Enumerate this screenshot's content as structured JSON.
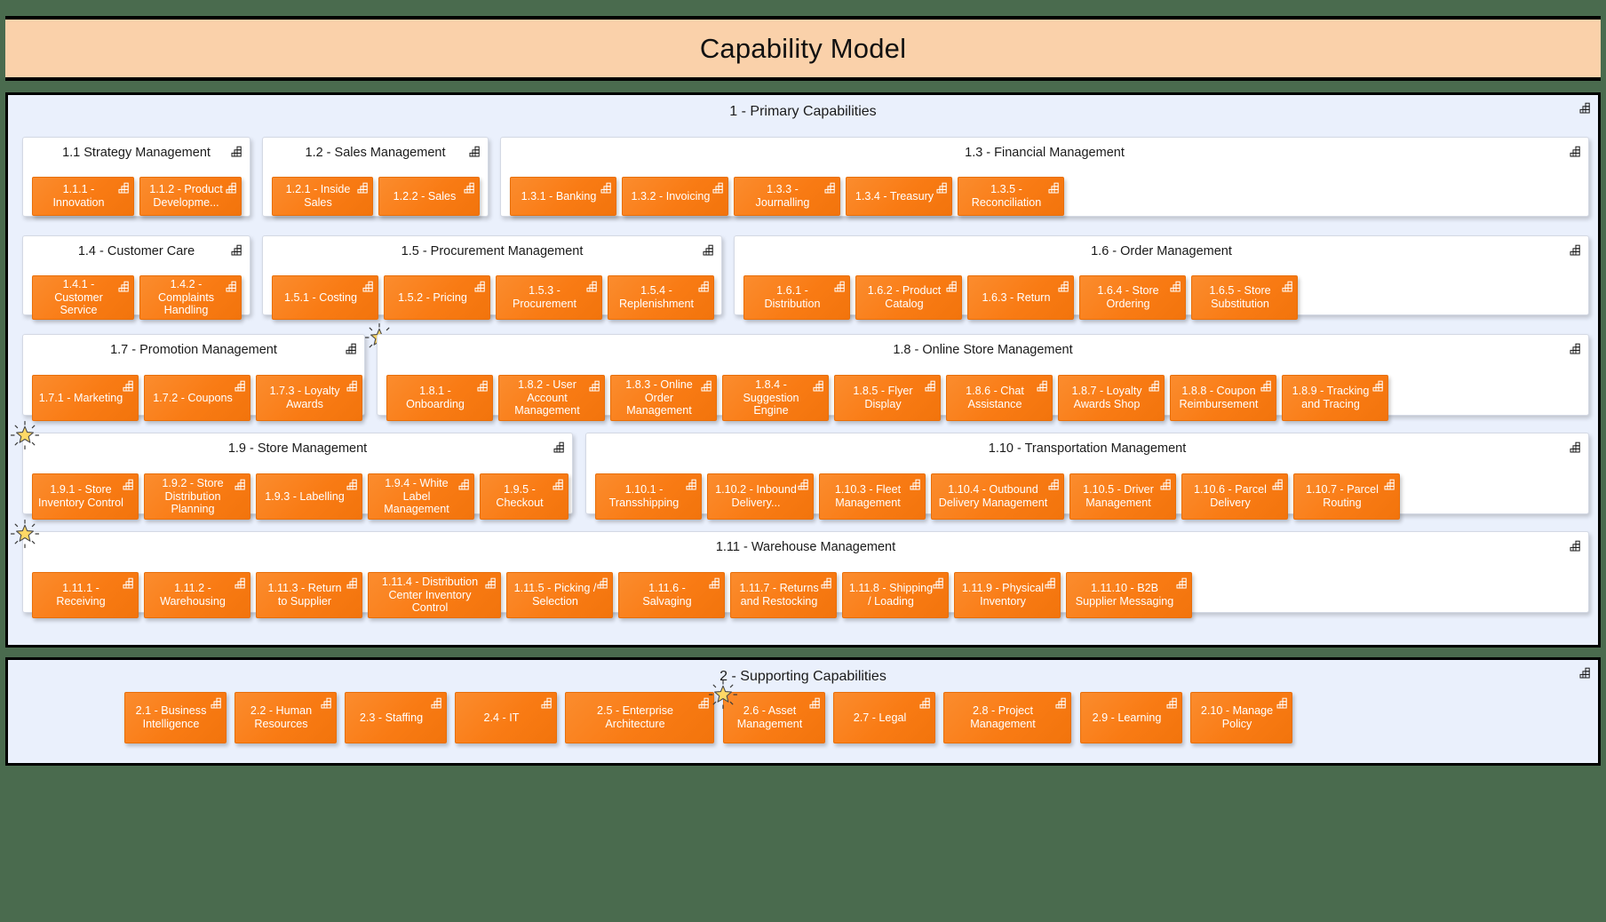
{
  "page": {
    "title": "Capability Model",
    "icon": "capability-grid-icon",
    "colors": {
      "background": "#4a6b4e",
      "banner": "#fad1aa",
      "level_bg": "#eaf0fc",
      "group_bg": "#ffffff",
      "capability": "#f97b14",
      "star": "#ffd966"
    }
  },
  "levels": [
    {
      "id": "primary",
      "title": "1 - Primary Capabilities",
      "groups": [
        {
          "id": "1.1",
          "title": "1.1 Strategy Management",
          "star": false,
          "capabilities": [
            {
              "label": "1.1.1 - Innovation"
            },
            {
              "label": "1.1.2 - Product Developme..."
            }
          ]
        },
        {
          "id": "1.2",
          "title": "1.2 - Sales Management",
          "star": false,
          "capabilities": [
            {
              "label": "1.2.1 - Inside Sales"
            },
            {
              "label": "1.2.2 - Sales"
            }
          ]
        },
        {
          "id": "1.3",
          "title": "1.3 - Financial Management",
          "star": false,
          "capabilities": [
            {
              "label": "1.3.1 - Banking"
            },
            {
              "label": "1.3.2 - Invoicing"
            },
            {
              "label": "1.3.3 - Journalling"
            },
            {
              "label": "1.3.4 - Treasury"
            },
            {
              "label": "1.3.5 - Reconciliation"
            }
          ]
        },
        {
          "id": "1.4",
          "title": "1.4 - Customer Care",
          "star": false,
          "capabilities": [
            {
              "label": "1.4.1 - Customer Service"
            },
            {
              "label": "1.4.2 - Complaints Handling"
            }
          ]
        },
        {
          "id": "1.5",
          "title": "1.5 - Procurement Management",
          "star": false,
          "capabilities": [
            {
              "label": "1.5.1 - Costing"
            },
            {
              "label": "1.5.2 - Pricing"
            },
            {
              "label": "1.5.3 - Procurement"
            },
            {
              "label": "1.5.4 - Replenishment"
            }
          ]
        },
        {
          "id": "1.6",
          "title": "1.6 - Order Management",
          "star": false,
          "capabilities": [
            {
              "label": "1.6.1 - Distribution"
            },
            {
              "label": "1.6.2 - Product Catalog"
            },
            {
              "label": "1.6.3 - Return"
            },
            {
              "label": "1.6.4 - Store Ordering"
            },
            {
              "label": "1.6.5 - Store Substitution"
            }
          ]
        },
        {
          "id": "1.7",
          "title": "1.7 - Promotion Management",
          "star": true,
          "capabilities": [
            {
              "label": "1.7.1 - Marketing"
            },
            {
              "label": "1.7.2 - Coupons"
            },
            {
              "label": "1.7.3 - Loyalty Awards"
            }
          ]
        },
        {
          "id": "1.8",
          "title": "1.8 - Online Store Management",
          "star": false,
          "capabilities": [
            {
              "label": "1.8.1 - Onboarding"
            },
            {
              "label": "1.8.2 - User Account Management"
            },
            {
              "label": "1.8.3 - Online Order Management"
            },
            {
              "label": "1.8.4 - Suggestion Engine"
            },
            {
              "label": "1.8.5 - Flyer Display"
            },
            {
              "label": "1.8.6 - Chat Assistance"
            },
            {
              "label": "1.8.7 - Loyalty Awards Shop"
            },
            {
              "label": "1.8.8 - Coupon Reimbursement"
            },
            {
              "label": "1.8.9 - Tracking and Tracing"
            }
          ]
        },
        {
          "id": "1.9",
          "title": "1.9 - Store Management",
          "star": true,
          "capabilities": [
            {
              "label": "1.9.1 - Store Inventory Control"
            },
            {
              "label": "1.9.2 - Store Distribution Planning"
            },
            {
              "label": "1.9.3 - Labelling"
            },
            {
              "label": "1.9.4 - White Label Management"
            },
            {
              "label": "1.9.5 - Checkout"
            }
          ]
        },
        {
          "id": "1.10",
          "title": "1.10 - Transportation Management",
          "star": false,
          "capabilities": [
            {
              "label": "1.10.1 - Transshipping"
            },
            {
              "label": "1.10.2 - Inbound Delivery..."
            },
            {
              "label": "1.10.3 - Fleet Management"
            },
            {
              "label": "1.10.4 - Outbound Delivery Management"
            },
            {
              "label": "1.10.5 - Driver Management"
            },
            {
              "label": "1.10.6 - Parcel Delivery"
            },
            {
              "label": "1.10.7 - Parcel Routing"
            }
          ]
        },
        {
          "id": "1.11",
          "title": "1.11 - Warehouse Management",
          "star": true,
          "capabilities": [
            {
              "label": "1.11.1 - Receiving"
            },
            {
              "label": "1.11.2 - Warehousing"
            },
            {
              "label": "1.11.3 - Return to Supplier"
            },
            {
              "label": "1.11.4 - Distribution Center Inventory Control"
            },
            {
              "label": "1.11.5 - Picking / Selection"
            },
            {
              "label": "1.11.6 - Salvaging"
            },
            {
              "label": "1.11.7 - Returns and Restocking"
            },
            {
              "label": "1.11.8 - Shipping / Loading"
            },
            {
              "label": "1.11.9 - Physical Inventory"
            },
            {
              "label": "1.11.10 - B2B Supplier Messaging"
            }
          ]
        }
      ]
    },
    {
      "id": "supporting",
      "title": "2 - Supporting Capabilities",
      "groups": [],
      "capabilities": [
        {
          "label": "2.1 - Business Intelligence",
          "star": false
        },
        {
          "label": "2.2 - Human Resources",
          "star": false
        },
        {
          "label": "2.3 - Staffing",
          "star": false
        },
        {
          "label": "2.4 - IT",
          "star": false
        },
        {
          "label": "2.5 - Enterprise Architecture",
          "star": false
        },
        {
          "label": "2.6 - Asset Management",
          "star": true
        },
        {
          "label": "2.7 - Legal",
          "star": false
        },
        {
          "label": "2.8 - Project Management",
          "star": false
        },
        {
          "label": "2.9 - Learning",
          "star": false
        },
        {
          "label": "2.10 - Manage Policy",
          "star": false
        }
      ]
    }
  ]
}
